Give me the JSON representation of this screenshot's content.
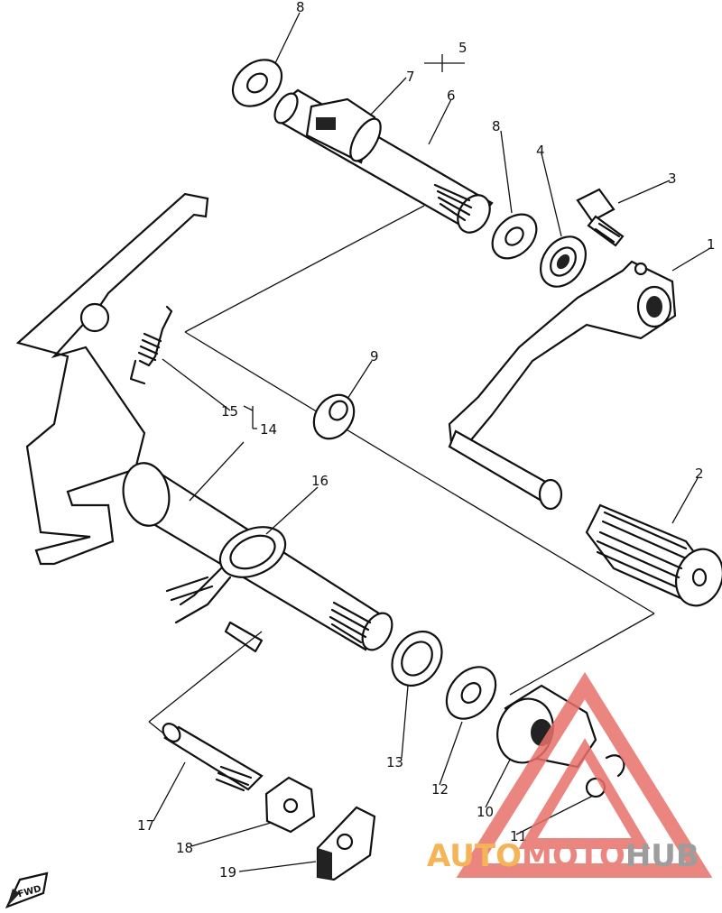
{
  "callouts": {
    "c1": "1",
    "c2": "2",
    "c3": "3",
    "c4": "4",
    "c5": "5",
    "c6": "6",
    "c7": "7",
    "c8a": "8",
    "c8b": "8",
    "c9": "9",
    "c10": "10",
    "c11": "11",
    "c12": "12",
    "c13": "13",
    "c14": "14",
    "c15": "15",
    "c16": "16",
    "c17": "17",
    "c18": "18",
    "c19": "19"
  },
  "badge": "FWD",
  "watermark": {
    "brand_a": "AUTO",
    "brand_b": "MOTO",
    "brand_c": "HUB",
    "color_a": "#f4a83a",
    "color_b": "#e8706a",
    "color_c": "#8c8c8c"
  }
}
